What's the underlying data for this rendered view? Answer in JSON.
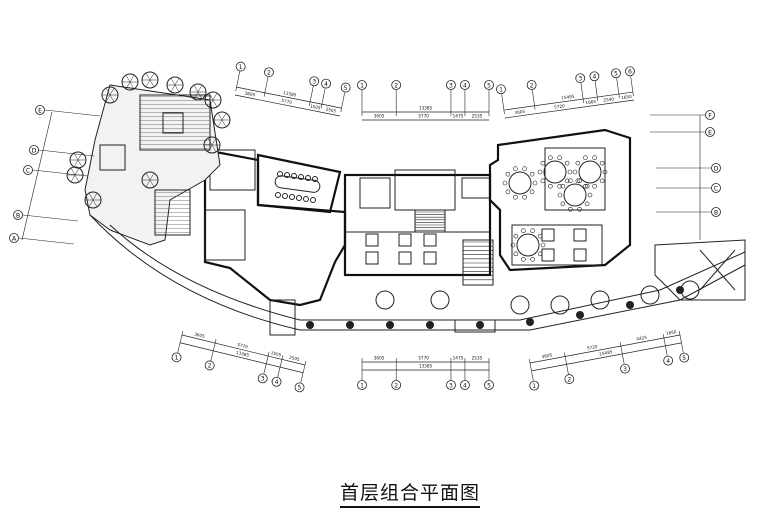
{
  "title": "首层组合平面图",
  "dimensions": {
    "top_middle": {
      "segments": [
        "3605",
        "5770",
        "1475",
        "2535"
      ],
      "total": "13385"
    },
    "bottom_middle": {
      "segments": [
        "3605",
        "5770",
        "1475",
        "2535"
      ],
      "total": "13385"
    },
    "top_left": {
      "segments": [
        "3605",
        "5770",
        "1505",
        "2505"
      ],
      "total": "13385"
    },
    "bottom_left": {
      "segments": [
        "3605",
        "5770",
        "1505",
        "2505"
      ],
      "total": "13385"
    },
    "top_right": {
      "segments": [
        "3605",
        "5720",
        "1665",
        "2540",
        "1650"
      ],
      "total": "15495"
    },
    "bottom_right": {
      "segments": [
        "3605",
        "5720",
        "4425",
        "1650"
      ],
      "total": "15495"
    }
  },
  "axes": {
    "top_left": [
      "1",
      "2",
      "3",
      "4",
      "5"
    ],
    "top_middle": [
      "1",
      "2",
      "3",
      "4",
      "5"
    ],
    "top_right": [
      "1",
      "2",
      "3",
      "4",
      "5",
      "6"
    ],
    "bottom_left": [
      "1",
      "2",
      "3",
      "4",
      "5"
    ],
    "bottom_middle": [
      "1",
      "2",
      "3",
      "4",
      "5"
    ],
    "bottom_right": [
      "1",
      "2",
      "3",
      "4",
      "5"
    ],
    "left": [
      "E",
      "D",
      "C",
      "B",
      "A"
    ],
    "right": [
      "F",
      "E",
      "D",
      "C",
      "B"
    ]
  }
}
